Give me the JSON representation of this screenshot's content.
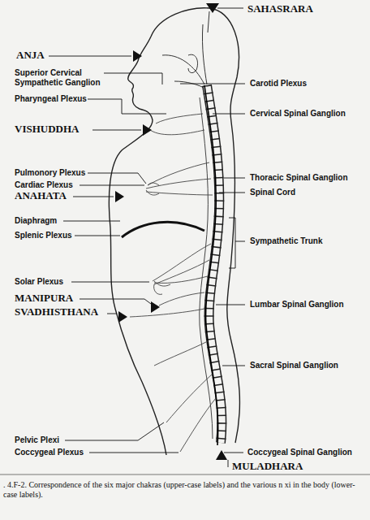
{
  "diagram": {
    "caption": ". 4.F-2. Correspondence of the six major chakras (upper-case labels) and the various n xi in the body (lower-case labels).",
    "labels": [
      "SAHASRARA",
      "ANJA",
      "Superior Cervical Sympathetic Ganglion",
      "Carotid Plexus",
      "Pharyngeal Plexus",
      "Cervical Spinal Ganglion",
      "VISHUDDHA",
      "Pulmonory Plexus",
      "Thoracic Spinal Ganglion",
      "Cardiac Plexus",
      "Spinal Cord",
      "ANAHATA",
      "Diaphragm",
      "Splenic Plexus",
      "Sympathetic Trunk",
      "Solar Plexus",
      "MANIPURA",
      "SVADHISTHANA",
      "Lumbar Spinal Ganglion",
      "Sacral Spinal Ganglion",
      "Pelvic Plexi",
      "Coccygeal Plexus",
      "Coccygeal Spinal Ganglion",
      "MULADHARA"
    ]
  }
}
